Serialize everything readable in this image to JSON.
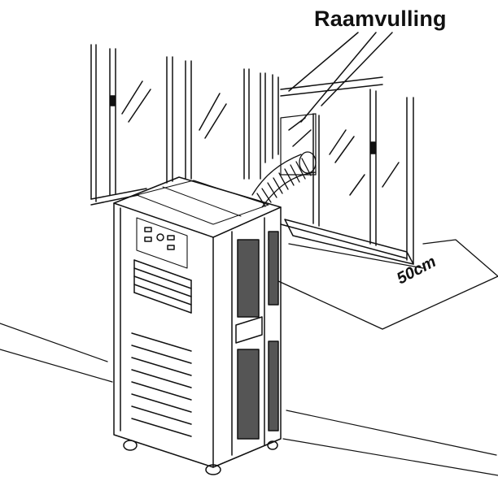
{
  "labels": {
    "window_filler": "Raamvulling",
    "distance": "50cm"
  },
  "colors": {
    "line": "#111111",
    "background": "#ffffff"
  },
  "icons": [
    "window-frame",
    "exhaust-hose",
    "portable-air-conditioner"
  ]
}
